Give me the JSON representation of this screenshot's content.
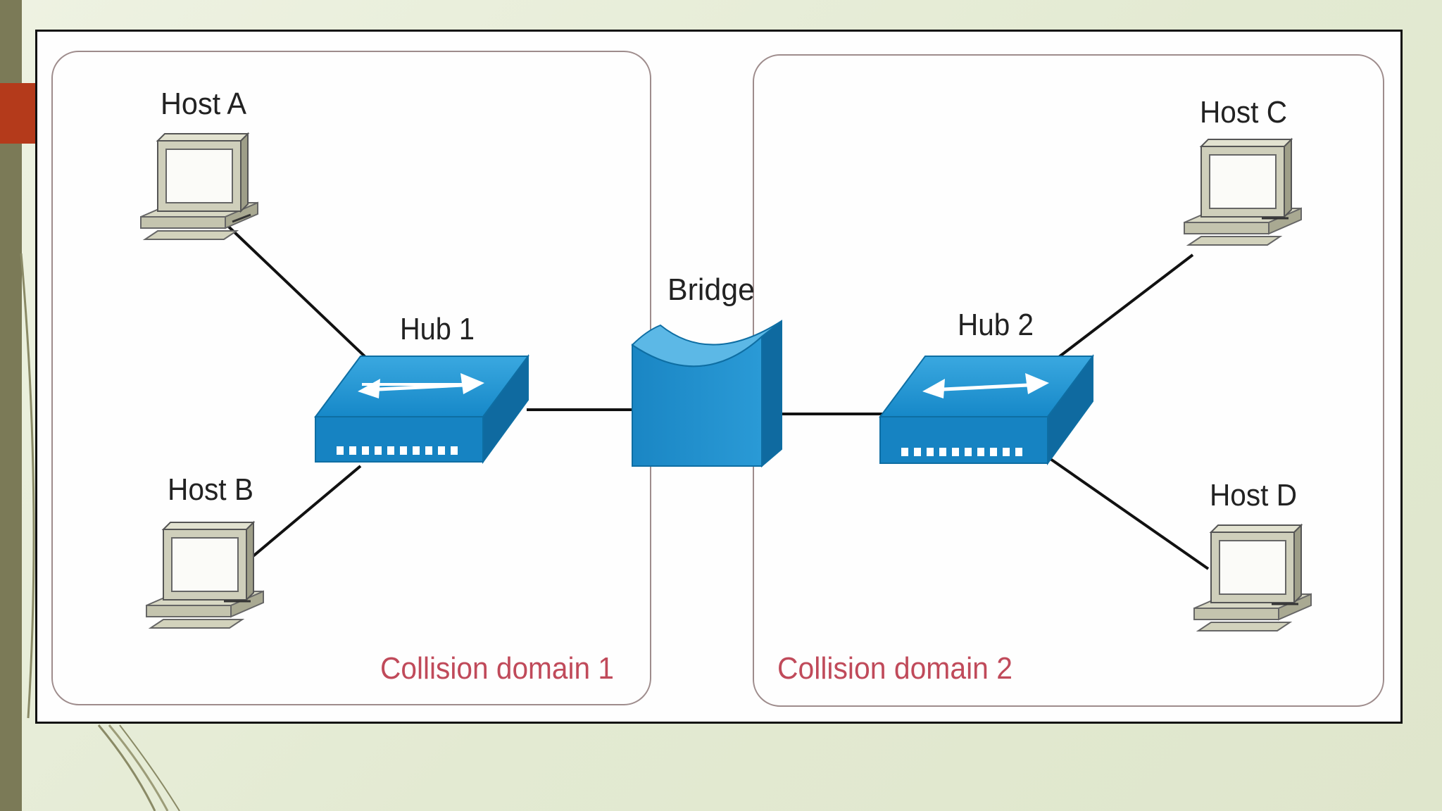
{
  "diagram": {
    "hosts": {
      "a": "Host A",
      "b": "Host B",
      "c": "Host C",
      "d": "Host D"
    },
    "hubs": {
      "hub1": "Hub 1",
      "hub2": "Hub 2"
    },
    "bridge": "Bridge",
    "domains": {
      "d1": "Collision domain 1",
      "d2": "Collision domain 2"
    }
  },
  "colors": {
    "slide_background": "#e6ecd8",
    "left_strip": "#7b7a57",
    "accent_marker": "#b43a1b",
    "device_blue": "#1b8fcf",
    "domain_label": "#c04a5a"
  }
}
